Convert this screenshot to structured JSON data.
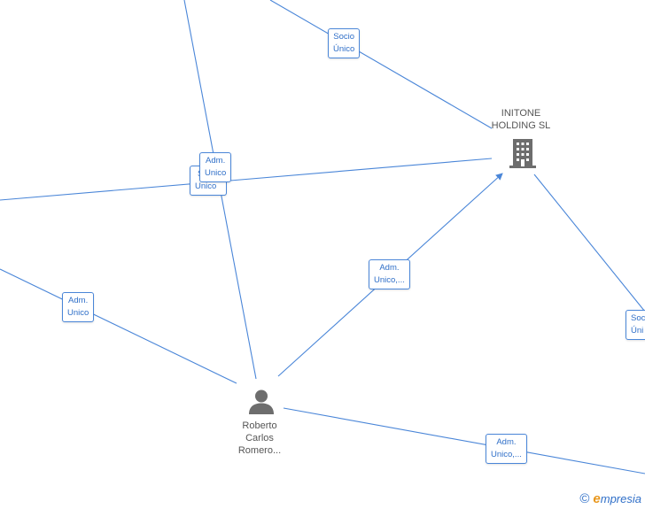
{
  "nodes": {
    "initone": {
      "label_lines": [
        "INITONE",
        "HOLDING  SL"
      ],
      "icon": "building-icon"
    },
    "roberto": {
      "label_lines": [
        "Roberto",
        "Carlos",
        "Romero..."
      ],
      "icon": "person-icon"
    }
  },
  "edge_labels": [
    {
      "id": "top-socio",
      "lines": [
        "Socio",
        "Único"
      ]
    },
    {
      "id": "left-socio-hidden",
      "lines": [
        "S",
        "Unico"
      ]
    },
    {
      "id": "center-adm",
      "lines": [
        "Adm.",
        "Unico"
      ]
    },
    {
      "id": "left-adm",
      "lines": [
        "Adm.",
        "Unico"
      ]
    },
    {
      "id": "mid-adm",
      "lines": [
        "Adm.",
        "Unico,..."
      ]
    },
    {
      "id": "right-socio",
      "lines": [
        "Soci",
        "Úni"
      ]
    },
    {
      "id": "bottom-adm",
      "lines": [
        "Adm.",
        "Unico,..."
      ]
    }
  ],
  "colors": {
    "edge": "#4a86d8",
    "node_icon": "#6d6d6d",
    "label_text": "#2f6fc8"
  },
  "watermark": {
    "copyright": "©",
    "brand_initial": "e",
    "brand_rest": "mpresia"
  }
}
